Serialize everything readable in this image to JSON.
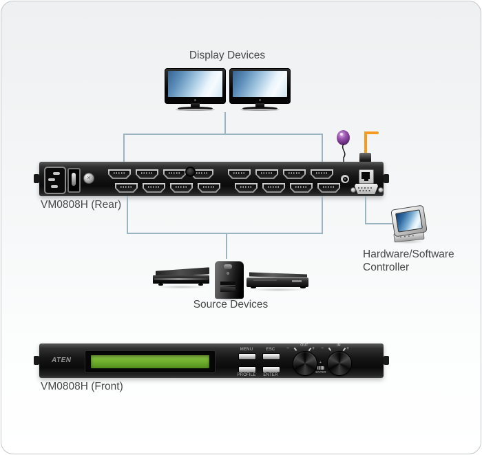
{
  "labels": {
    "display_devices": "Display Devices",
    "source_devices": "Source Devices",
    "rear": "VM0808H (Rear)",
    "front": "VM0808H (Front)",
    "controller": "Hardware/Software\nController"
  },
  "rear_panel": {
    "hdmi_group_size": 4,
    "hdmi_rows": 2,
    "hdmi_total": 16
  },
  "front_panel": {
    "brand": "ATEN",
    "button_menu": "MENU",
    "button_esc": "ESC",
    "button_profile": "PROFILE",
    "button_enter": "ENTER",
    "knob_out": {
      "minus": "−",
      "label": "OUT",
      "plus": "+"
    },
    "knob_in": {
      "minus": "−",
      "label": "IN",
      "plus": "+"
    },
    "enter_legend": {
      "plus": "+",
      "label": "ENTER"
    }
  },
  "colors": {
    "connector_line": "#9ab4c1",
    "cable_orange": "#f59c20",
    "ir_purple": "#7e4090",
    "lcd_green": "#74b432",
    "screen_blue": "#5d8fba"
  }
}
